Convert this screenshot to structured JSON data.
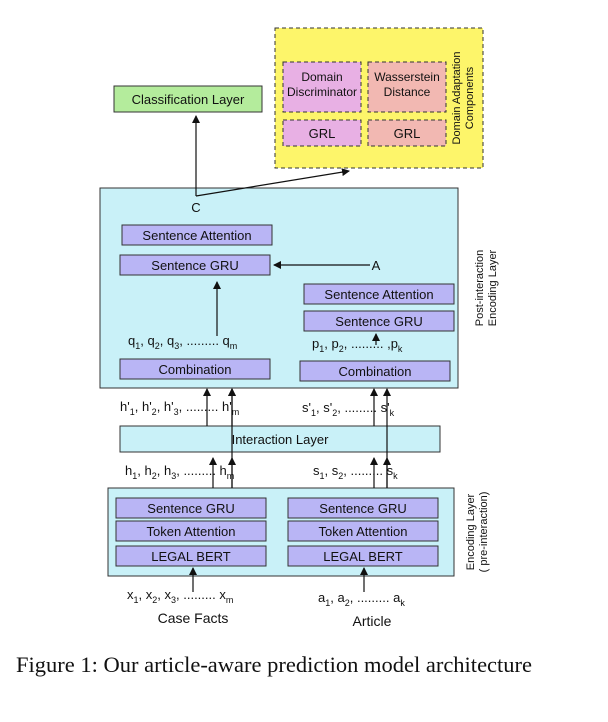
{
  "domain_adaptation": {
    "title_line1": "Domain Adaptation",
    "title_line2": "Components",
    "discriminator_line1": "Domain",
    "discriminator_line2": "Discriminator",
    "wasserstein_line1": "Wasserstein",
    "wasserstein_line2": "Distance",
    "grl_left": "GRL",
    "grl_right": "GRL"
  },
  "classification_layer": "Classification Layer",
  "post_interaction": {
    "side_label_line1": "Post-interaction",
    "side_label_line2": "Encoding Layer",
    "c_label": "C",
    "a_label": "A",
    "left": {
      "sentence_attention": "Sentence Attention",
      "sentence_gru": "Sentence GRU",
      "combination": "Combination"
    },
    "right": {
      "sentence_attention": "Sentence Attention",
      "sentence_gru": "Sentence GRU",
      "combination": "Combination"
    }
  },
  "interaction_layer": "Interaction Layer",
  "encoding": {
    "side_label_line1": "Encoding Layer",
    "side_label_line2": "( pre-interaction)",
    "left": {
      "sentence_gru": "Sentence GRU",
      "token_attention": "Token Attention",
      "legal_bert": "LEGAL BERT"
    },
    "right": {
      "sentence_gru": "Sentence GRU",
      "token_attention": "Token Attention",
      "legal_bert": "LEGAL BERT"
    }
  },
  "inputs": {
    "case_facts": "Case Facts",
    "article": "Article"
  },
  "caption": "Figure 1: Our article-aware prediction model architecture"
}
